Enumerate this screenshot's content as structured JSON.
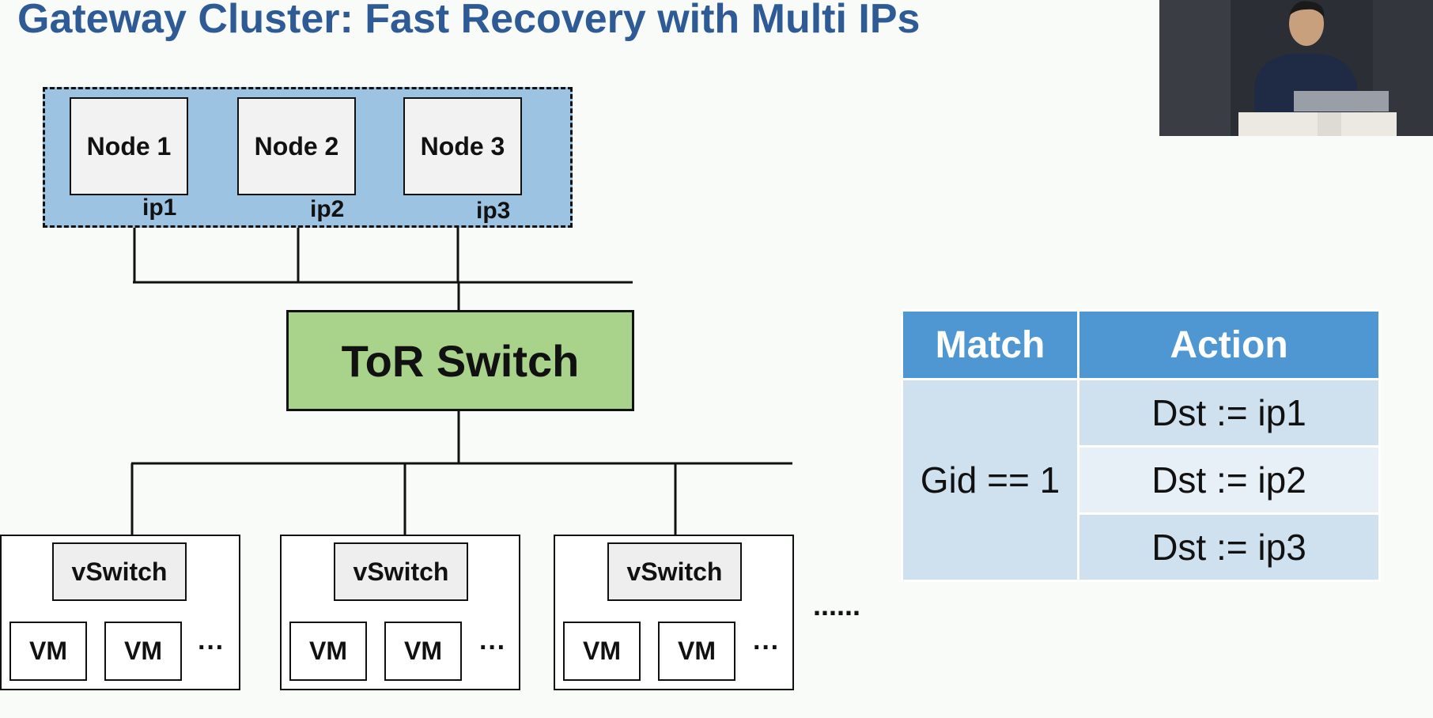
{
  "title": "Gateway Cluster: Fast Recovery with Multi IPs",
  "cluster": {
    "nodes": [
      {
        "label": "Node 1",
        "ip": "ip1"
      },
      {
        "label": "Node 2",
        "ip": "ip2"
      },
      {
        "label": "Node 3",
        "ip": "ip3"
      }
    ]
  },
  "tor_switch": "ToR Switch",
  "hosts": [
    {
      "vswitch": "vSwitch",
      "vms": [
        "VM",
        "VM"
      ],
      "more": "···"
    },
    {
      "vswitch": "vSwitch",
      "vms": [
        "VM",
        "VM"
      ],
      "more": "···"
    },
    {
      "vswitch": "vSwitch",
      "vms": [
        "VM",
        "VM"
      ],
      "more": "···"
    }
  ],
  "hosts_more": "......",
  "flow_table": {
    "headers": [
      "Match",
      "Action"
    ],
    "match": "Gid == 1",
    "actions": [
      "Dst := ip1",
      "Dst := ip2",
      "Dst := ip3"
    ]
  },
  "colors": {
    "title": "#2e5b96",
    "cluster_bg": "#9dc3e3",
    "tor_bg": "#a9d38b",
    "table_header": "#4f97d2",
    "table_row_a": "#cfe0ef",
    "table_row_b": "#e7eff7"
  }
}
